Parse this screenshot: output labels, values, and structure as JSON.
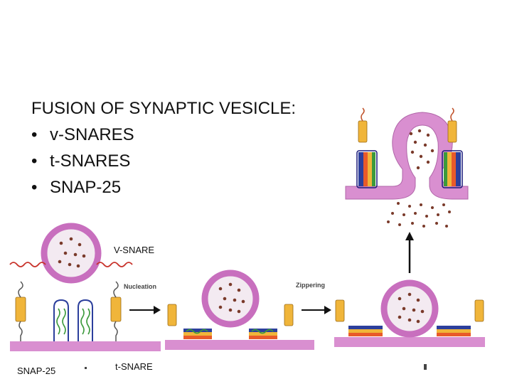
{
  "slide": {
    "heading": "FUSION OF SYNAPTIC VESICLE:",
    "bullets": [
      {
        "marker": "•",
        "text": "v-SNARES"
      },
      {
        "marker": "•",
        "text": "t-SNARES"
      },
      {
        "marker": "•",
        "text": "SNAP-25"
      }
    ]
  },
  "figure": {
    "labels": {
      "v_snare": "V-SNARE",
      "snap25": "SNAP-25",
      "t_snare": "t-SNARE"
    },
    "steps": {
      "nucleation": "Nucleation",
      "zippering": "Zippering"
    }
  },
  "colors": {
    "membrane": "#d98fd0",
    "vesicle_fill": "#f3eaf1",
    "vesicle_ring": "#c86fbe",
    "cargo": "#7a3a2a",
    "v_snare_helix": "#e85a2a",
    "t_snare_yellow": "#f0b53a",
    "snap25_green": "#3c9a3c",
    "snap25_blue": "#2c3f9c",
    "arrow": "#111111"
  }
}
